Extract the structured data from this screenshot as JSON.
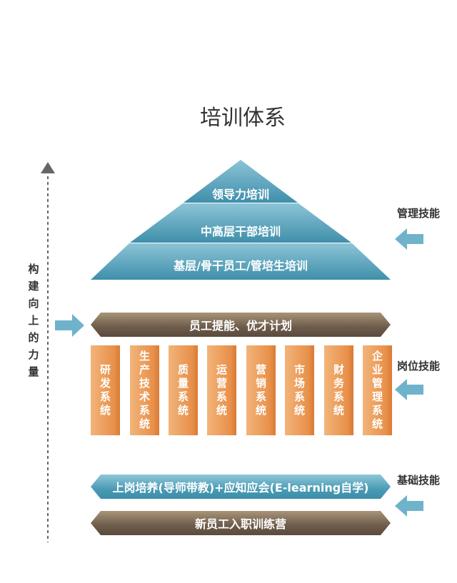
{
  "title": "培训体系",
  "side_label": "构建向上的力量",
  "pyramid": [
    "领导力培训",
    "中高层干部培训",
    "基层/骨干员工/管培生培训"
  ],
  "talent_bar": "员工提能、优才计划",
  "columns": [
    "研发系统",
    "生产技术系统",
    "质量系统",
    "运营系统",
    "营销系统",
    "市场系统",
    "财务系统",
    "企业管理系统"
  ],
  "onboard_bar": "上岗培养(导师带教)+应知应会(E-learning自学)",
  "newhire_bar": "新员工入职训练营",
  "skills": {
    "management": "管理技能",
    "position": "岗位技能",
    "basic": "基础技能"
  },
  "colors": {
    "teal": "#4a9bb5",
    "brown": "#6e5c4b",
    "orange": "#e8904a"
  }
}
